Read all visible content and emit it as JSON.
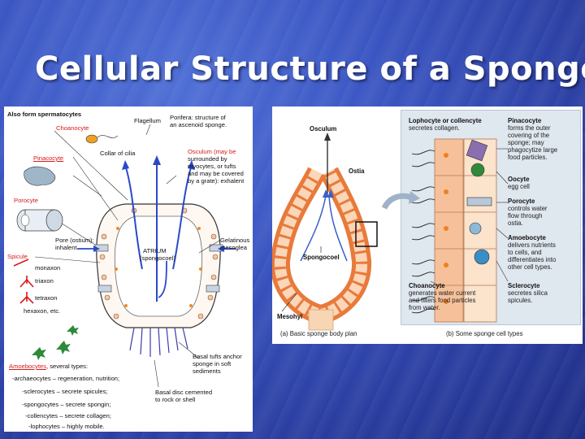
{
  "slide": {
    "title": "Cellular Structure of a Sponge"
  },
  "left_figure": {
    "also_form": "Also form spermatocytes",
    "choanocyte": "Choanocyte",
    "flagellum": "Flagellum",
    "porifera_caption": [
      "Porifera: structure of",
      "an ascenoid sponge."
    ],
    "collar": "Collar of cilia",
    "pinacocyte": "Pinacocyte",
    "osculum": [
      "Osculum (may be",
      "surrounded by",
      "myocytes, or tufts",
      "and may be covered",
      "by a grate): exhalent"
    ],
    "porocyte": "Porocyte",
    "pore": [
      "Pore (ostium):",
      "inhalent"
    ],
    "atrium": [
      "ATRIUM",
      "(spongocoel)"
    ],
    "gelatinous": [
      "Gelatinous",
      "mesoglea"
    ],
    "spicule": "Spicule",
    "spicule_types": [
      "monaxon",
      "triaxon",
      "tetraxon",
      "hexaxon, etc."
    ],
    "basal_tufts": [
      "Basal tufts anchor",
      "sponge in soft",
      "sediments"
    ],
    "basal_disc": [
      "Basal disc cemented",
      "to rock or shell"
    ],
    "amoebocytes": "Amoebocytes",
    "amoebocytes_suffix": ", several types:",
    "types": [
      "-archaeocytes – regeneration, nutrition;",
      "-sclerocytes – secrete spicules;",
      "-spongocytes – secrete spongin;",
      "-collencytes – secrete collagen;",
      "-lophocytes – highly mobile."
    ]
  },
  "right_figure": {
    "osculum": "Osculum",
    "ostia": "Ostia",
    "spongocoel": "Spongocoel",
    "mesohyl": "Mesohyl",
    "caption_a": "(a) Basic sponge body plan",
    "caption_b": "(b) Some sponge cell types",
    "lophocyte": [
      "Lophocyte or collencyte",
      "secretes collagen."
    ],
    "pinacocyte": [
      "Pinacocyte",
      "forms the outer",
      "covering of the",
      "sponge; may",
      "phagocytize large",
      "food particles."
    ],
    "oocyte": [
      "Oocyte",
      "egg cell"
    ],
    "porocyte": [
      "Porocyte",
      "controls water",
      "flow through",
      "ostia."
    ],
    "amoebocyte": [
      "Amoebocyte",
      "delivers nutrients",
      "to cells, and",
      "differentiates into",
      "other cell types."
    ],
    "choanocyte": [
      "Choanocyte",
      "generates water current",
      "and filters food particles",
      "from water."
    ],
    "sclerocyte": [
      "Sclerocyte",
      "secretes silica",
      "spicules."
    ]
  },
  "colors": {
    "background": "#3a55c2",
    "body_wall": "#f2a070",
    "cell_fill": "#fbd6b8",
    "arrow_blue": "#3a5fc8",
    "label_red": "#d81a1a"
  }
}
